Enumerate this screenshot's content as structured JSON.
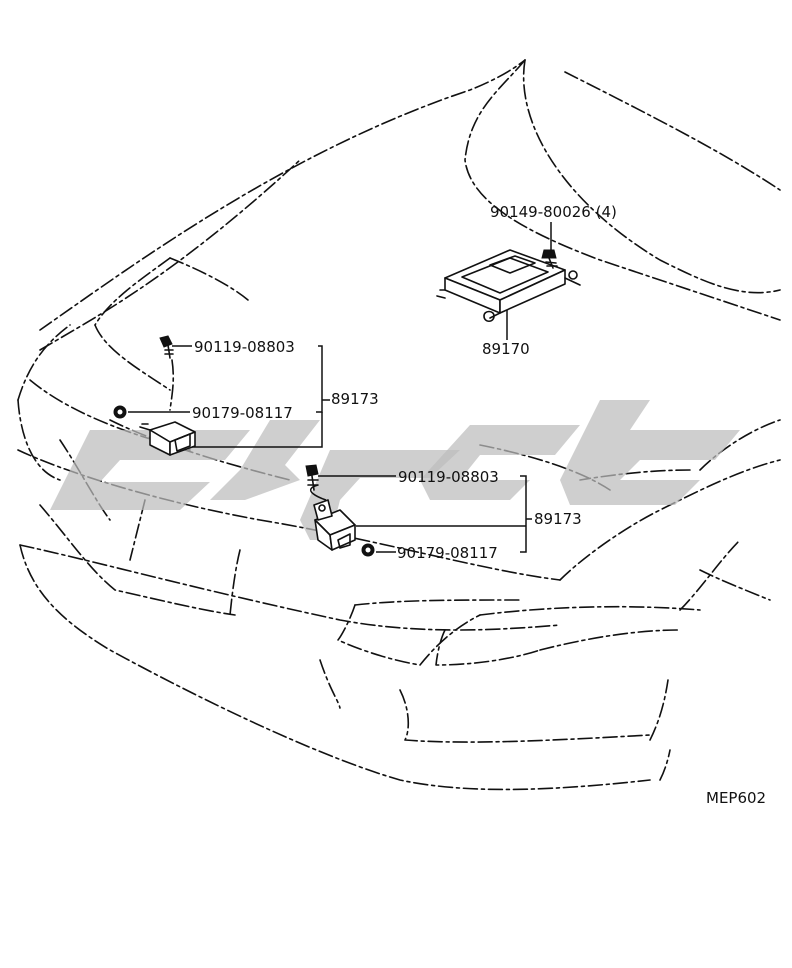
{
  "diagram_code": "MEP602",
  "callouts": {
    "bolt_ecu": "90149-80026 (4)",
    "ecu_part": "89170",
    "bolt_left": "90119-08803",
    "nut_left": "90179-08117",
    "sensor_left": "89173",
    "bolt_right": "90119-08803",
    "sensor_right": "89173",
    "nut_right": "90179-08117"
  },
  "colors": {
    "line": "#111111",
    "watermark": "#bdbdbd",
    "background": "#ffffff"
  }
}
